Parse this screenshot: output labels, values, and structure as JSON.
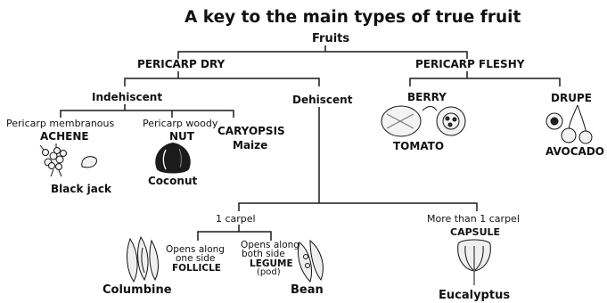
{
  "title": "A key to the main types of true fruit",
  "root": "Fruits",
  "dry": {
    "label": "PERICARP DRY",
    "indehiscent": {
      "label": "Indehiscent",
      "membranous": {
        "desc": "Pericarp membranous",
        "type": "ACHENE",
        "example": "Black jack"
      },
      "woody": {
        "desc": "Pericarp woody",
        "type": "NUT",
        "example": "Coconut"
      },
      "caryopsis": {
        "type": "CARYOPSIS",
        "example": "Maize"
      }
    },
    "dehiscent": {
      "label": "Dehiscent",
      "one_carpel": {
        "label": "1 carpel",
        "follicle": {
          "desc_line1": "Opens along",
          "desc_line2": "one side",
          "type": "FOLLICLE",
          "example": "Columbine"
        },
        "legume": {
          "desc_line1": "Opens along",
          "desc_line2": "both side",
          "type": "LEGUME",
          "type_note": "(pod)",
          "example": "Bean"
        }
      },
      "more_carpels": {
        "label": "More than 1 carpel",
        "type": "CAPSULE",
        "example": "Eucalyptus"
      }
    }
  },
  "fleshy": {
    "label": "PERICARP FLESHY",
    "berry": {
      "type": "BERRY",
      "example": "TOMATO"
    },
    "drupe": {
      "type": "DRUPE",
      "example": "AVOCADO"
    }
  },
  "colors": {
    "line": "#1a1a1a",
    "text": "#111111",
    "background": "#ffffff"
  }
}
